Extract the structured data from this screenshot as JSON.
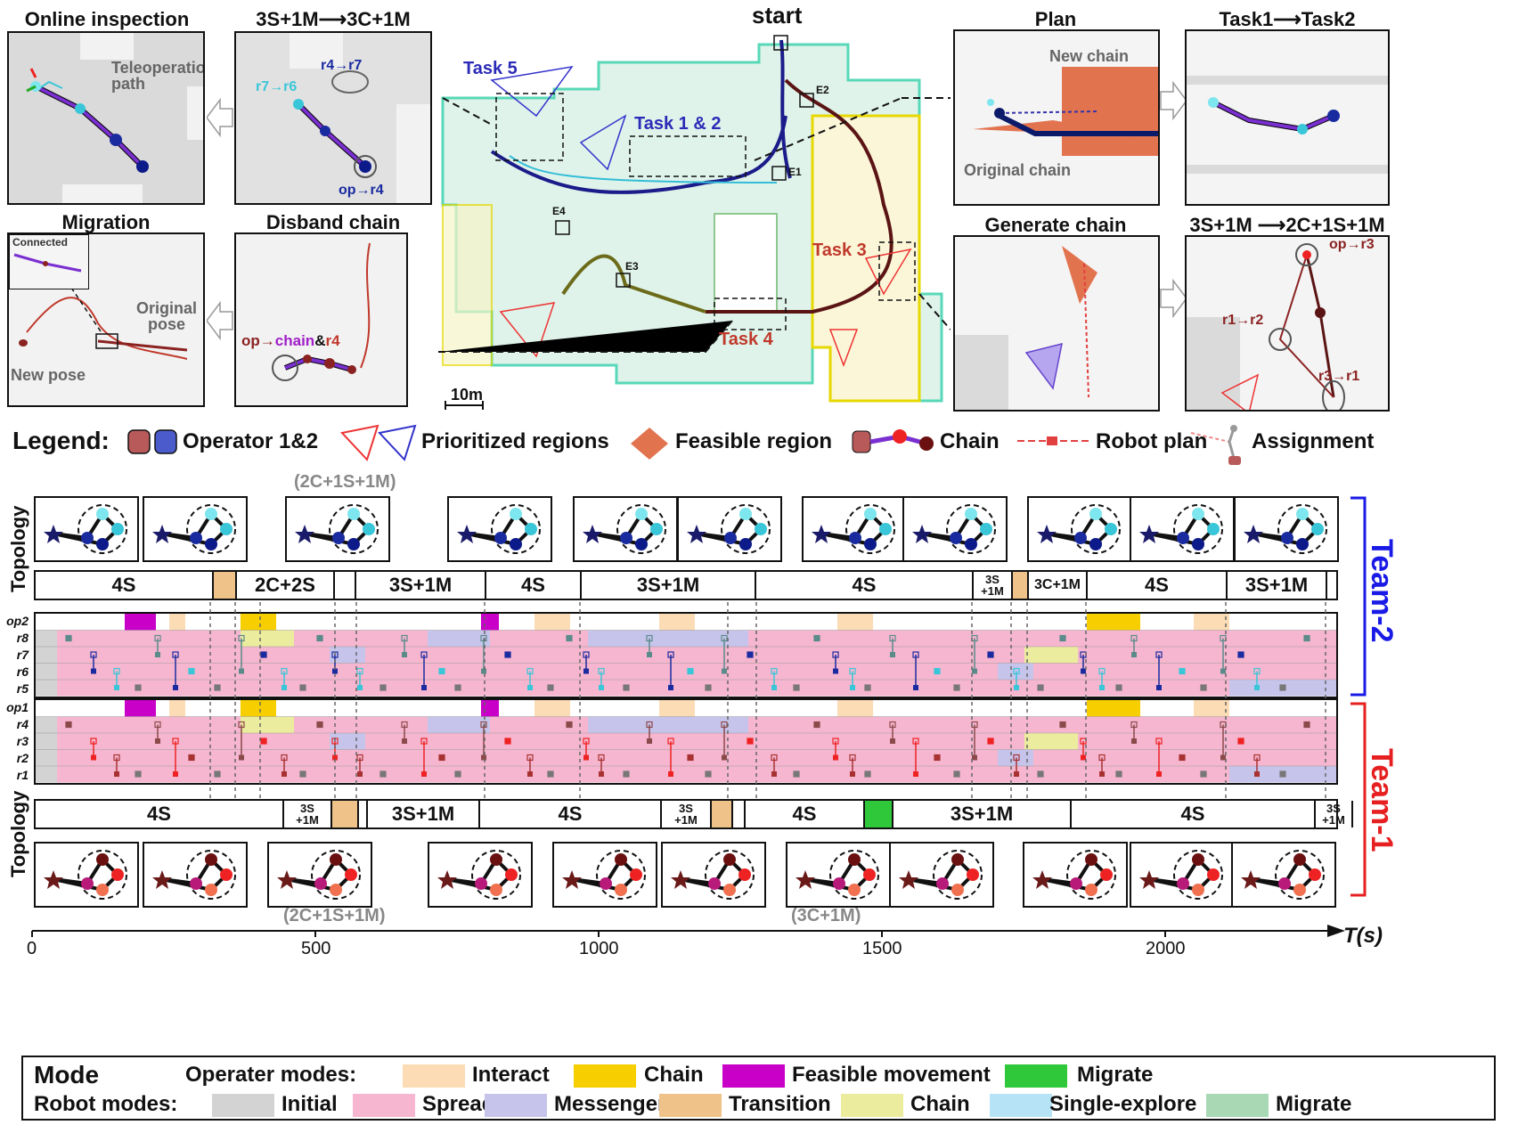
{
  "panels": {
    "online_inspection": {
      "title": "Online inspection",
      "label": "Teleoperation\npath",
      "label1": "Teleoperation",
      "label2": "path"
    },
    "s3m1_c3m1": {
      "title": "3S+1M⟶3C+1M",
      "r4r7": "r4→r7",
      "r7r6": "r7→r6",
      "opr4": "op→r4"
    },
    "migration": {
      "title": "Migration",
      "connected": "Connected",
      "original_pose": "Original\npose",
      "original": "Original",
      "pose": "pose",
      "new_pose": "New pose"
    },
    "disband": {
      "title": "Disband chain",
      "op": "op→",
      "chain": "chain",
      "amp": "&",
      "r4": "r4"
    },
    "plan": {
      "title": "Plan",
      "new_chain": "New chain",
      "original_chain": "Original chain"
    },
    "task12": {
      "title": "Task1⟶Task2"
    },
    "generate": {
      "title": "Generate chain"
    },
    "s3m1_c2": {
      "title": "3S+1M ⟶2C+1S+1M",
      "opr3": "op→r3",
      "r1r2": "r1→r2",
      "r3r1": "r3→r1"
    }
  },
  "map": {
    "start": "start",
    "task5": "Task 5",
    "task12": "Task 1 & 2",
    "task3": "Task 3",
    "task4": "Task 4",
    "e1": "E1",
    "e2": "E2",
    "e3": "E3",
    "e4": "E4",
    "scale": "10m"
  },
  "legend": {
    "title": "Legend:",
    "operator": "Operator 1&2",
    "prioritized": "Prioritized regions",
    "feasible": "Feasible region",
    "chain": "Chain",
    "robot_plan": "Robot plan",
    "assignment": "Assignment"
  },
  "timeline": {
    "topology_label": "Topology",
    "team2": "Team-2",
    "team1": "Team-1",
    "team2_annot": "(2C+1S+1M)",
    "team1_annot_a": "(2C+1S+1M)",
    "team1_annot_b": "(3C+1M)",
    "team2_segments": [
      "4S",
      "2C+2S",
      "3S+1M",
      "4S",
      "3S+1M",
      "4S",
      "3S\n+1M",
      "3C+1M",
      "4S",
      "3S+1M"
    ],
    "team1_segments": [
      "4S",
      "3S\n+1M",
      "3S+1M",
      "4S",
      "3S\n+1M",
      "4S",
      "3S+1M",
      "4S",
      "3S\n+1M"
    ],
    "team2_rows": [
      "op2",
      "r8",
      "r7",
      "r6",
      "r5"
    ],
    "team1_rows": [
      "op1",
      "r4",
      "r3",
      "r2",
      "r1"
    ],
    "axis_label": "T(s)",
    "ticks": [
      "0",
      "500",
      "1000",
      "1500",
      "2000"
    ]
  },
  "modes": {
    "title": "Mode",
    "operator_label": "Operater modes:",
    "robot_label": "Robot modes:",
    "operator": [
      {
        "name": "Interact",
        "color": "#fcdcb4"
      },
      {
        "name": "Chain",
        "color": "#f7cf00"
      },
      {
        "name": "Feasible movement",
        "color": "#c800c8"
      },
      {
        "name": "Migrate",
        "color": "#2ec83a"
      }
    ],
    "robot": [
      {
        "name": "Initial",
        "color": "#d3d3d3"
      },
      {
        "name": "Spread",
        "color": "#f6b6cf"
      },
      {
        "name": "Messenger",
        "color": "#c7c4ec"
      },
      {
        "name": "Transition",
        "color": "#efc28a"
      },
      {
        "name": "Chain",
        "color": "#ecec9e"
      },
      {
        "name": "Single-explore",
        "color": "#b6e4f6"
      },
      {
        "name": "Migrate",
        "color": "#a8d8b4"
      }
    ]
  }
}
